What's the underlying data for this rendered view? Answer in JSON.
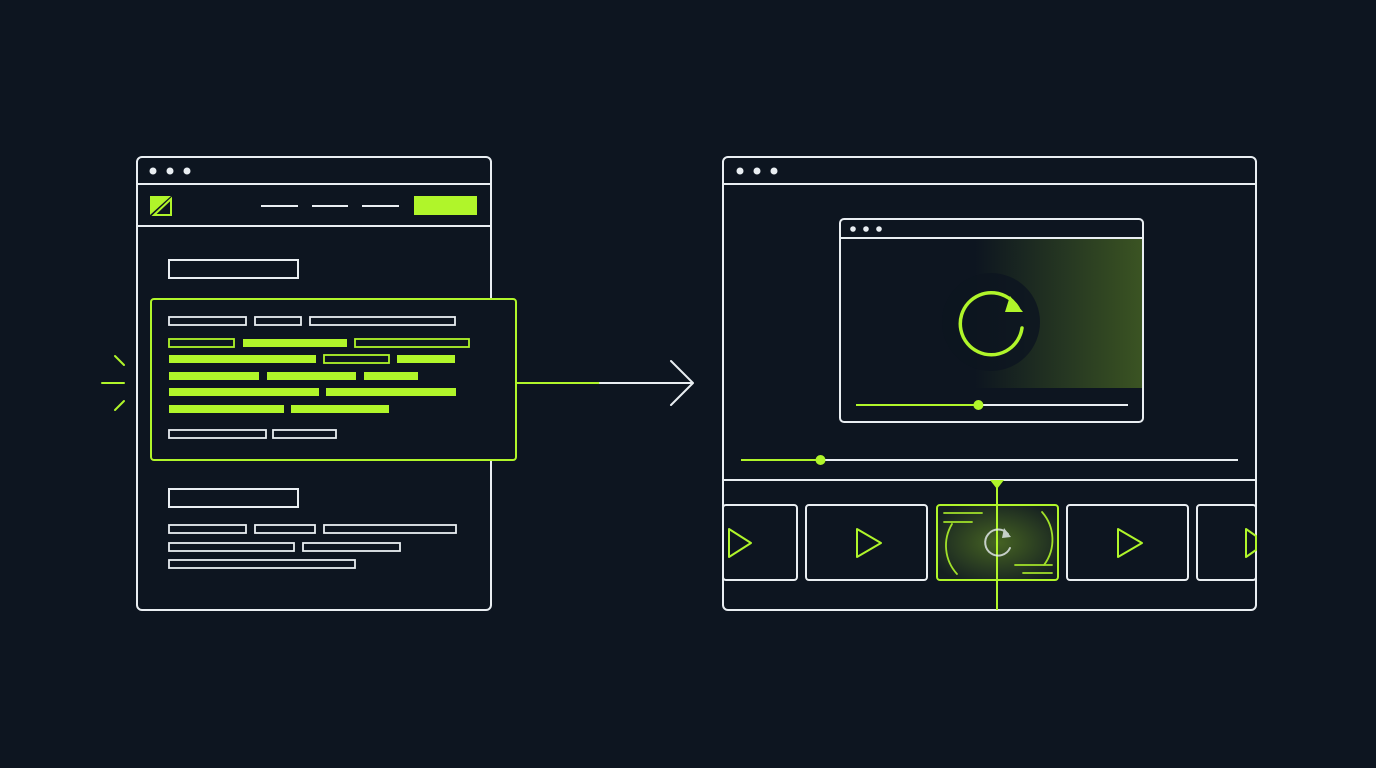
{
  "colors": {
    "background": "#0d1520",
    "outline": "#e9eef2",
    "accent": "#b0f52a",
    "accent_dim": "#8cc21d"
  },
  "icons": {
    "logo": "logo-icon",
    "window_controls": "three-dots-icon",
    "flow_arrow": "arrow-right-icon",
    "spinner": "refresh-icon",
    "play": "play-icon"
  },
  "source_page": {
    "text_lines": 11,
    "highlighted_lines": 9
  },
  "video_window": {
    "player_progress": 0.45,
    "timeline_progress": 0.16,
    "thumbnails": [
      "play",
      "play",
      "loading",
      "play",
      "play"
    ],
    "active_thumbnail": 2
  }
}
